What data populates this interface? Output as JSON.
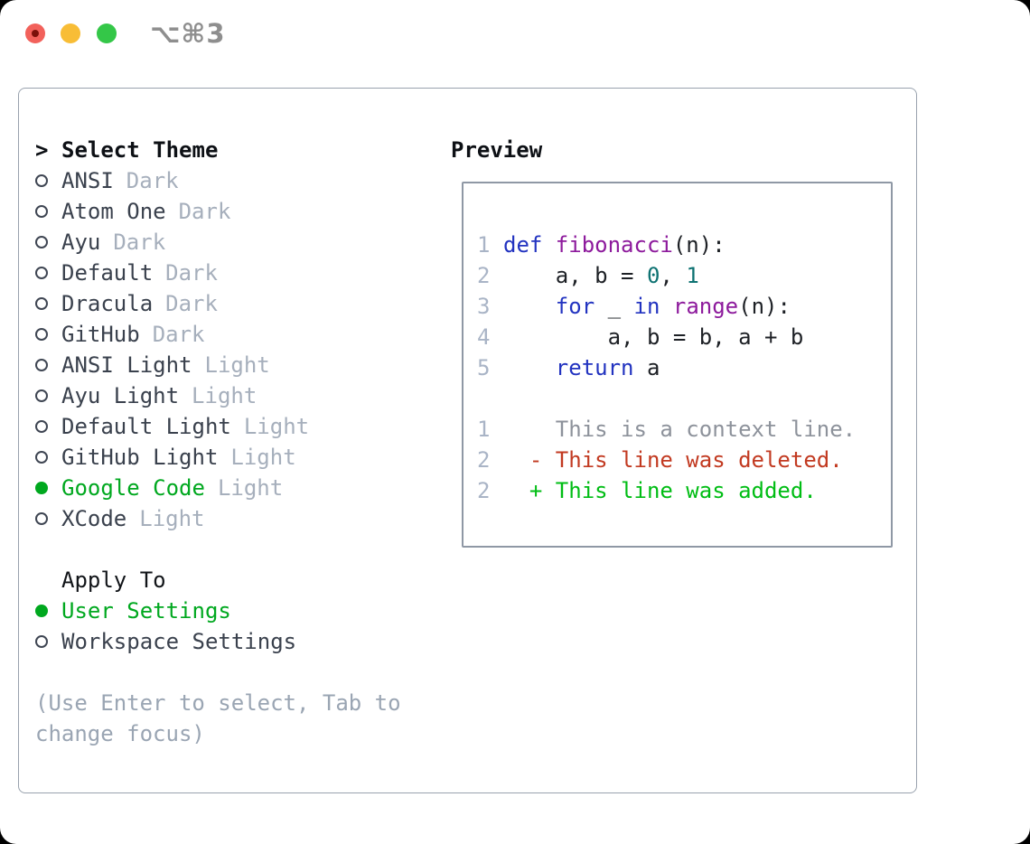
{
  "window": {
    "shortcut": "⌥⌘3"
  },
  "theme_picker": {
    "title_marker": ">",
    "title": "Select Theme",
    "items": [
      {
        "name": "ANSI",
        "variant": "Dark",
        "selected": false
      },
      {
        "name": "Atom One",
        "variant": "Dark",
        "selected": false
      },
      {
        "name": "Ayu",
        "variant": "Dark",
        "selected": false
      },
      {
        "name": "Default",
        "variant": "Dark",
        "selected": false
      },
      {
        "name": "Dracula",
        "variant": "Dark",
        "selected": false
      },
      {
        "name": "GitHub",
        "variant": "Dark",
        "selected": false
      },
      {
        "name": "ANSI Light",
        "variant": "Light",
        "selected": false
      },
      {
        "name": "Ayu Light",
        "variant": "Light",
        "selected": false
      },
      {
        "name": "Default Light",
        "variant": "Light",
        "selected": false
      },
      {
        "name": "GitHub Light",
        "variant": "Light",
        "selected": false
      },
      {
        "name": "Google Code",
        "variant": "Light",
        "selected": true
      },
      {
        "name": "XCode",
        "variant": "Light",
        "selected": false
      }
    ]
  },
  "apply_to": {
    "title": "Apply To",
    "options": [
      {
        "label": "User Settings",
        "selected": true
      },
      {
        "label": "Workspace Settings",
        "selected": false
      }
    ]
  },
  "help_text": "(Use Enter to select, Tab to change focus)",
  "preview": {
    "title": "Preview",
    "code_lines": [
      {
        "num": "1",
        "tokens": [
          {
            "text": "def ",
            "type": "kw"
          },
          {
            "text": "fibonacci",
            "type": "fn"
          },
          {
            "text": "(n):",
            "type": "pl"
          }
        ]
      },
      {
        "num": "2",
        "tokens": [
          {
            "text": "    a, b = ",
            "type": "pl"
          },
          {
            "text": "0",
            "type": "lit"
          },
          {
            "text": ", ",
            "type": "pl"
          },
          {
            "text": "1",
            "type": "lit"
          }
        ]
      },
      {
        "num": "3",
        "tokens": [
          {
            "text": "    ",
            "type": "pl"
          },
          {
            "text": "for",
            "type": "kw"
          },
          {
            "text": " _ ",
            "type": "pl"
          },
          {
            "text": "in",
            "type": "kw"
          },
          {
            "text": " ",
            "type": "pl"
          },
          {
            "text": "range",
            "type": "fn"
          },
          {
            "text": "(n):",
            "type": "pl"
          }
        ]
      },
      {
        "num": "4",
        "tokens": [
          {
            "text": "        a, b = b, a + b",
            "type": "pl"
          }
        ]
      },
      {
        "num": "5",
        "tokens": [
          {
            "text": "    ",
            "type": "pl"
          },
          {
            "text": "return",
            "type": "kw"
          },
          {
            "text": " a",
            "type": "pl"
          }
        ]
      },
      {
        "num": "",
        "tokens": []
      },
      {
        "num": "1",
        "tokens": [
          {
            "text": "    This is a context line.",
            "type": "ctx"
          }
        ]
      },
      {
        "num": "2",
        "tokens": [
          {
            "text": "  - This line was deleted.",
            "type": "del"
          }
        ]
      },
      {
        "num": "2",
        "tokens": [
          {
            "text": "  + This line was added.",
            "type": "add"
          }
        ]
      }
    ]
  },
  "colors": {
    "ink": "#0d1015",
    "name": "#3a414d",
    "muted": "#a6afbc",
    "help": "#9aa5b3",
    "green": "#00a81f",
    "lnum": "#a9b4c6",
    "kw": "#2233c0",
    "fn": "#8d1a9c",
    "lit": "#0e7272",
    "pl": "#1d2025",
    "ctx": "#8d929b",
    "del": "#c23a21",
    "add": "#00bd14",
    "border": "#99a2ae",
    "boxborder": "#8f98a5"
  }
}
